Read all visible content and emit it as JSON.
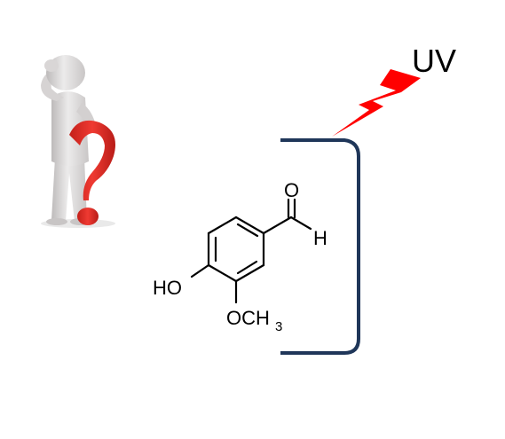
{
  "uv": {
    "label": "UV",
    "bolt_color": "#ff0000"
  },
  "molecule": {
    "aldehyde_o": "O",
    "aldehyde_h": "H",
    "hydroxyl": "HO",
    "methoxy_main": "OCH",
    "methoxy_sub": "3"
  },
  "bracket": {
    "color": "#1f3659"
  },
  "figure": {
    "icon": "thinking-person-question-mark",
    "question_color": "#e8312a",
    "body_color": "#e0dddd"
  }
}
